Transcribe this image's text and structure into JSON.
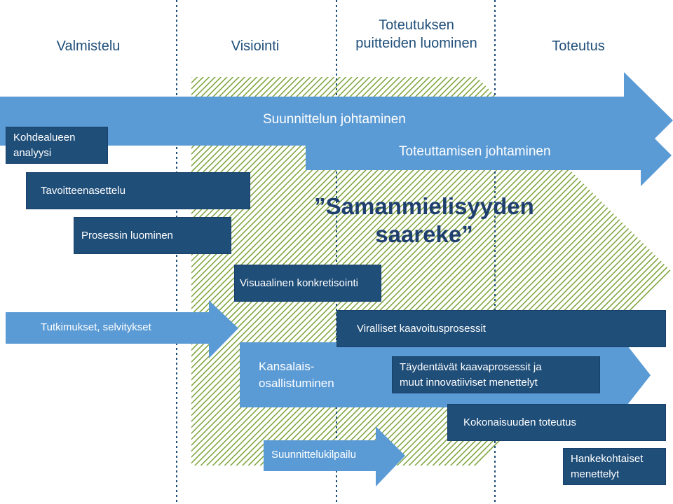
{
  "phases": [
    {
      "label": "Valmistelu"
    },
    {
      "label": "Visiointi"
    },
    {
      "label": "Toteutuksen\npuitteiden luominen"
    },
    {
      "label": "Toteutus"
    }
  ],
  "arrows": {
    "suunnittelun": "Suunnittelun johtaminen",
    "toteuttamisen": "Toteuttamisen johtaminen",
    "tutkimukset": "Tutkimukset, selvitykset",
    "kansalais": "Kansalais-\nosallistuminen",
    "kilpailu": "Suunnittelukilpailu"
  },
  "boxes": {
    "kohdealueen": "Kohdealueen\nanalyysi",
    "tavoitteen": "Tavoitteenasettelu",
    "prosessin": "Prosessin luominen",
    "visuaalinen": "Visuaalinen konkretisointi",
    "viralliset": "Viralliset kaavoitusprosessit",
    "taydentavat": "Täydentävät kaavaprosessit ja\nmuut innovatiiviset menettelyt",
    "kokonaisuuden": "Kokonaisuuden toteutus",
    "hankekohtaiset": "Hankekohtaiset\nmenettelyt"
  },
  "center_label": "”Samanmielisyyden\nsaareke”",
  "colors": {
    "dark_box": "#1f4e79",
    "light_arrow": "#5b9bd5",
    "phase_text": "#1f4e79",
    "hatch": "#7aa33a"
  }
}
